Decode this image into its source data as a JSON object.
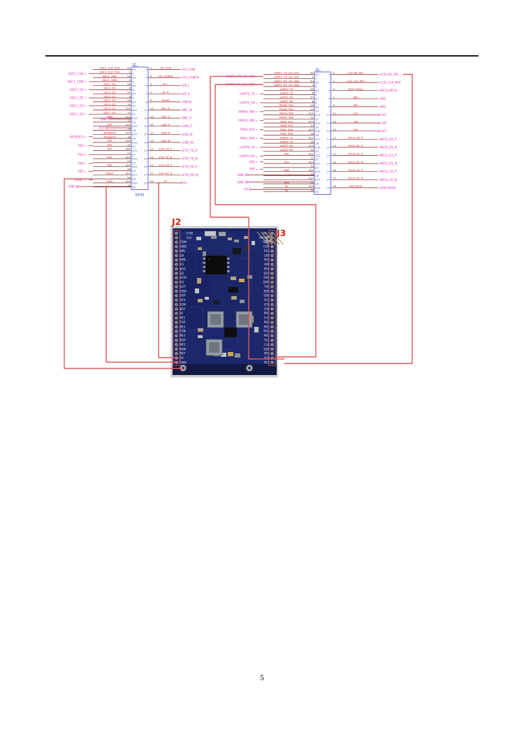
{
  "page": {
    "number": "5"
  },
  "colors": {
    "wire": "#8a1a1a",
    "net_label": "#d42020",
    "port_label": "#e02cb4",
    "pin_number": "#3a3a3a",
    "box_border": "#5a5ad0",
    "box_fill": "#fcfdff",
    "box_text": "#3a52d8",
    "designator": "#2432d0",
    "overlay_wire": "#e05858",
    "photo_label": "#cd2b16",
    "pcb": "#1a2464",
    "silkscreen": "#e2e8f2"
  },
  "j2": {
    "designator": "J2",
    "footprint": "SIP30",
    "box_left": [
      "A1",
      "2",
      "A3",
      "4",
      "A5",
      "6",
      "A7",
      "8",
      "A9",
      "10",
      "A11",
      "12",
      "A13",
      "14",
      "A15",
      "16",
      "A17",
      "18",
      "A19",
      "20",
      "A21",
      "22",
      "A23",
      "24",
      "A25",
      "26",
      "A27",
      "28",
      "A29",
      "30"
    ],
    "box_right": [
      "1",
      "3",
      "5",
      "7",
      "9",
      "11",
      "13",
      "15",
      "17",
      "19",
      "21",
      "23",
      "25",
      "27",
      "29"
    ],
    "left_nets": [
      "SDC1_CLK_PG9",
      "SDC1_CLK_PG9",
      "SDC1_CMD",
      "SDC1_CMD",
      "SDC1_D0",
      "SDC1_D0",
      "SDC1_D1",
      "SDC1_D1",
      "SDC1_D2",
      "SDC1_D2",
      "SDC1_D3",
      "SDC1_D3",
      "GND",
      "",
      "3V3",
      "",
      "KEYADC0",
      "KEYADC0",
      "PE2",
      "PE2",
      "PE3",
      "",
      "PE4",
      "",
      "PE5",
      "",
      "RESET",
      "",
      "GND",
      ""
    ],
    "left_ports": [
      {
        "label": "SDC1_CLK",
        "row": 2
      },
      {
        "label": "SDC1_CMD",
        "row": 4
      },
      {
        "label": "SDC1_D0",
        "row": 6
      },
      {
        "label": "SDC1_D1",
        "row": 8
      },
      {
        "label": "SDC1_D2",
        "row": 10
      },
      {
        "label": "SDC1_D3",
        "row": 12
      },
      {
        "label": "GND",
        "row": 13.2,
        "type": "gnd",
        "gx": 156
      },
      {
        "label": "3V3",
        "row": 15.4,
        "type": "power",
        "gx": 152
      },
      {
        "label": "KEYADC0",
        "row": 17.6
      },
      {
        "label": "PE2",
        "row": 19.8
      },
      {
        "label": "PE3",
        "row": 22
      },
      {
        "label": "PE4",
        "row": 24.2
      },
      {
        "label": "PE5",
        "row": 26.2
      },
      {
        "label": "RESET",
        "row": 28.2
      },
      {
        "label": "GND",
        "row": 29.9,
        "type": "gnd",
        "gx": 110
      }
    ],
    "right_pins": [
      {
        "pin": "1",
        "net": "HP_COM",
        "ext": "HP_COM",
        "type": "signal"
      },
      {
        "pin": "3",
        "net": "HP_COMFB",
        "ext": "HP_COMFB",
        "type": "signal"
      },
      {
        "pin": "5",
        "net": "HP_L",
        "ext": "HP_L",
        "type": "signal"
      },
      {
        "pin": "7",
        "net": "HP_R",
        "ext": "HP_R",
        "type": "signal"
      },
      {
        "pin": "9",
        "net": "HBIAS",
        "ext": "HBIAS",
        "type": "signal"
      },
      {
        "pin": "11",
        "net": "MIC_N",
        "ext": "MIC_N",
        "type": "signal"
      },
      {
        "pin": "13",
        "net": "MIC_P",
        "ext": "MIC_P",
        "type": "signal"
      },
      {
        "pin": "15",
        "net": "USB_P",
        "ext": "USB_P",
        "type": "signal"
      },
      {
        "pin": "17",
        "net": "USB_N",
        "ext": "USB_N",
        "type": "signal"
      },
      {
        "pin": "19",
        "net": "USB_ID",
        "ext": "USB_ID",
        "type": "signal"
      },
      {
        "pin": "21",
        "net": "ETH_TX_P",
        "ext": "ETH_TX_P",
        "type": "signal"
      },
      {
        "pin": "23",
        "net": "ETH_TX_N",
        "ext": "ETH_TX_N",
        "type": "signal"
      },
      {
        "pin": "25",
        "net": "ETH_RX_P",
        "ext": "ETH_RX_P",
        "type": "signal"
      },
      {
        "pin": "27",
        "net": "ETH_RX_N",
        "ext": "ETH_RX_N",
        "type": "signal"
      },
      {
        "pin": "29",
        "net": "5V",
        "ext": "5V",
        "type": "power"
      }
    ]
  },
  "j3": {
    "designator": "J3",
    "footprint": "",
    "box_left": [
      "A1",
      "2",
      "A3",
      "4",
      "A5",
      "6",
      "A7",
      "8",
      "A9",
      "10",
      "A11",
      "12",
      "A13",
      "14",
      "A15",
      "16",
      "A17",
      "18",
      "A19",
      "20",
      "A21",
      "22",
      "A23",
      "24",
      "A25",
      "26",
      "A27",
      "28",
      "A29",
      "30"
    ],
    "box_right": [
      "1",
      "3",
      "5",
      "7",
      "9",
      "11",
      "13",
      "15",
      "17",
      "19",
      "21",
      "23",
      "25",
      "27",
      "29"
    ],
    "left_nets": [
      "UART1_TX_CSI_SCK",
      "UART1_TX_CSI_SCK",
      "UART1_RX_CSI_SDA",
      "UART1_RX_CSI_SDA",
      "UART2_TX",
      "UART2_TX",
      "UART2_RX",
      "UART2_RX",
      "PWM0_PB4",
      "PWM0_PB4",
      "PWM1_PB5",
      "PWM1_PB5",
      "TWI0_SCK",
      "TWI0_SCK",
      "TWI0_SDA",
      "TWI0_SDA",
      "UART0_TX",
      "UART0_TX",
      "UART0_RX",
      "UART0_RX",
      "PE8",
      "",
      "PE9",
      "",
      "GND",
      "",
      "",
      "GND",
      "5V",
      "5V"
    ],
    "left_ports": [
      {
        "label": "UART1_TX_CSI_SCK",
        "row": 1.5
      },
      {
        "label": "UART1_RX_CSI_SDA",
        "row": 3.5
      },
      {
        "label": "UART2_TX",
        "row": 5.8
      },
      {
        "label": "UART2_RX",
        "row": 8
      },
      {
        "label": "PWM0_PB4",
        "row": 10.2
      },
      {
        "label": "PWM1_PB5",
        "row": 12.4
      },
      {
        "label": "TWI0_SCK",
        "row": 14.6
      },
      {
        "label": "TWI0_SDA",
        "row": 16.8
      },
      {
        "label": "UART0_TX",
        "row": 19
      },
      {
        "label": "UART0_RX",
        "row": 21.2
      },
      {
        "label": "PE8",
        "row": 22.6
      },
      {
        "label": "PE9",
        "row": 24.4
      },
      {
        "label": "GND",
        "row": 25.8,
        "type": "gnd",
        "gx": 352
      },
      {
        "label": "GND",
        "row": 27.6,
        "type": "gnd",
        "gx": 352
      },
      {
        "label": "5V",
        "row": 29.4,
        "type": "power",
        "gx": 358
      }
    ],
    "right_pins": [
      {
        "pin": "1",
        "net": "LCD_DE_PE1",
        "ext": "LCD_DE_PE1",
        "type": "signal"
      },
      {
        "pin": "3",
        "net": "LCD_CLK_PE0",
        "ext": "LCD_CLK_PE0",
        "type": "signal"
      },
      {
        "pin": "5",
        "net": "MCSI_MCLK",
        "ext": "MCSI_MCLK",
        "type": "signal"
      },
      {
        "pin": "7",
        "net": "PB2",
        "ext": "PB2",
        "type": "signal"
      },
      {
        "pin": "9",
        "net": "PB3",
        "ext": "PB3",
        "type": "signal"
      },
      {
        "pin": "11",
        "net": "1V2",
        "ext": "1V2",
        "type": "power"
      },
      {
        "pin": "13",
        "net": "1V8",
        "ext": "1V8",
        "type": "power"
      },
      {
        "pin": "15",
        "net": "3V3",
        "ext": "3V3",
        "type": "power"
      },
      {
        "pin": "17",
        "net": "MCSI_D0_P",
        "ext": "MCSI_D0_P",
        "type": "signal"
      },
      {
        "pin": "19",
        "net": "MCSI_D0_N",
        "ext": "MCSI_D0_N",
        "type": "signal"
      },
      {
        "pin": "21",
        "net": "MCSI_D1_P",
        "ext": "MCSI_D1_P",
        "type": "signal"
      },
      {
        "pin": "23",
        "net": "MCSI_D1_N",
        "ext": "MCSI_D1_N",
        "type": "signal"
      },
      {
        "pin": "25",
        "net": "MCSI_CK_P",
        "ext": "MCSI_CK_P",
        "type": "signal"
      },
      {
        "pin": "27",
        "net": "MCSI_CK_N",
        "ext": "MCSI_CK_N",
        "type": "signal"
      },
      {
        "pin": "29",
        "net": "SPI0-MOSI",
        "ext": "SPI0-MOSI",
        "type": "signal"
      }
    ]
  },
  "photo": {
    "label_left": "J2",
    "label_right": "J3",
    "silk_left": [
      "COM",
      "CLK",
      "COM",
      "GND",
      "HPL",
      "D0",
      "HPR",
      "D1",
      "BAS",
      "D2",
      "HCM",
      "D3",
      "HCP",
      "GND",
      "USP",
      "3V3",
      "USN",
      "KEY",
      "ID",
      "PE2",
      "TXP",
      "PE3",
      "TXN",
      "PE4",
      "RXP",
      "PE5",
      "RXN",
      "RET",
      "5V",
      "GND"
    ],
    "silk_right": [
      "5V",
      "MOSI",
      "GND",
      "CVN",
      "P10",
      "CKP",
      "PE9",
      "DIN",
      "PE8",
      "D1P",
      "RX0",
      "D0N",
      "TX0",
      "D0P",
      "SDA",
      "3V3",
      "SCK",
      "1V8",
      "PB5",
      "1V2",
      "PB4",
      "PB3",
      "RX2",
      "PB2",
      "TX2",
      "CLK",
      "SDA",
      "PE0",
      "SCK",
      "PE1"
    ]
  }
}
